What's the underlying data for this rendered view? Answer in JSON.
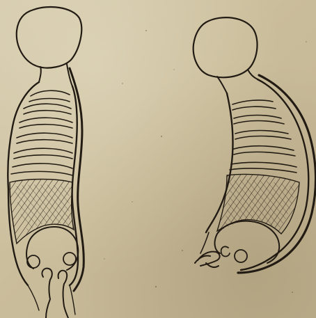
{
  "figures": [
    {
      "id": "upright-figure",
      "icon": "upright-torso-sketch"
    },
    {
      "id": "curved-figure",
      "icon": "curved-torso-sketch"
    }
  ],
  "colors": {
    "paper": "#cbbf9f",
    "ink": "#221b13"
  }
}
